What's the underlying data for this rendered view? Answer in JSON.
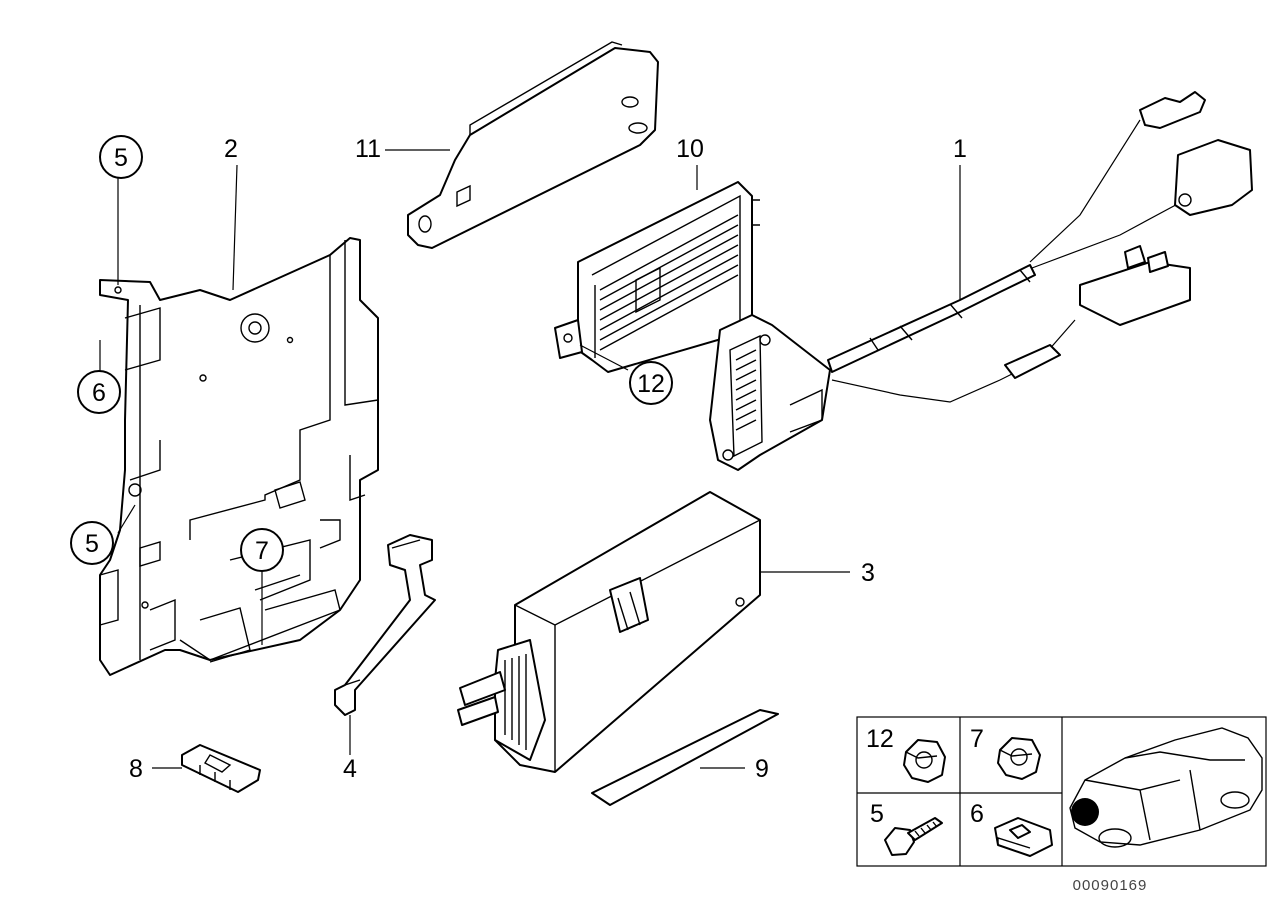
{
  "diagram": {
    "callouts": {
      "p1": "1",
      "p2": "2",
      "p3": "3",
      "p4": "4",
      "p5a": "5",
      "p5b": "5",
      "p6": "6",
      "p7": "7",
      "p8": "8",
      "p9": "9",
      "p10": "10",
      "p11": "11",
      "p12": "12"
    },
    "legend": {
      "c12": "12",
      "c7": "7",
      "c5": "5",
      "c6": "6"
    },
    "reference_number": "00090169"
  }
}
